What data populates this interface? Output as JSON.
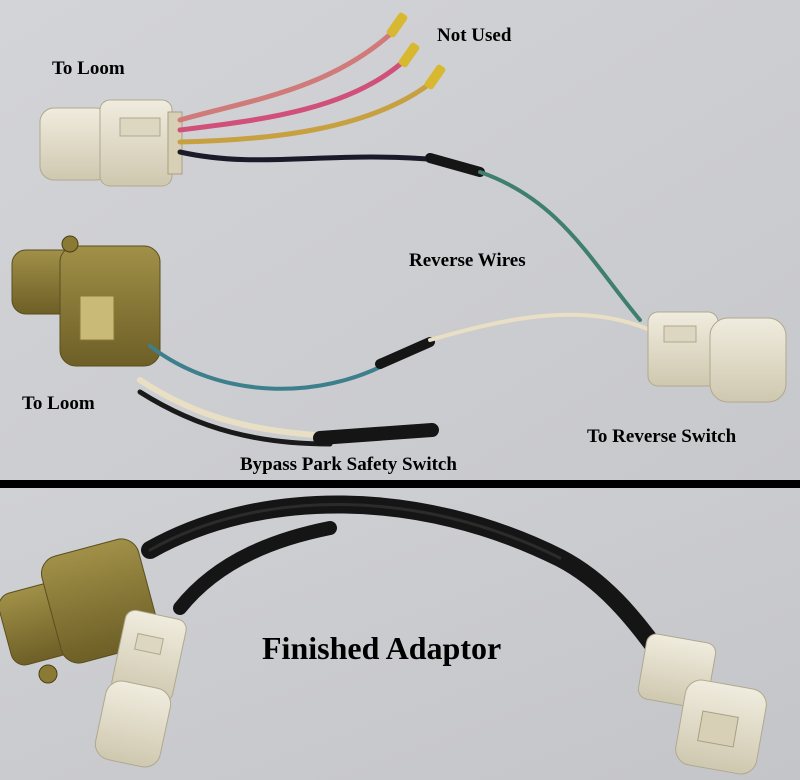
{
  "labels": {
    "to_loom_top": "To Loom",
    "not_used": "Not Used",
    "reverse_wires": "Reverse Wires",
    "to_loom_bottom": "To Loom",
    "to_reverse_switch": "To Reverse Switch",
    "bypass_park_safety_switch": "Bypass Park Safety Switch",
    "finished_adaptor": "Finished Adaptor"
  },
  "colors": {
    "background": "#cfd0d4",
    "divider": "#000000",
    "white_connector": "#e6e1cf",
    "olive_connector": "#8a7a34",
    "black_tape": "#151515",
    "green_wire": "#3f7f6c",
    "blue_wire": "#3d7f8c",
    "pink_wire": "#c85a72",
    "red_wire": "#c0303c",
    "yellow_wire": "#c49a30",
    "cream_wire": "#e9dfc4",
    "brass_pin": "#d8b830"
  }
}
